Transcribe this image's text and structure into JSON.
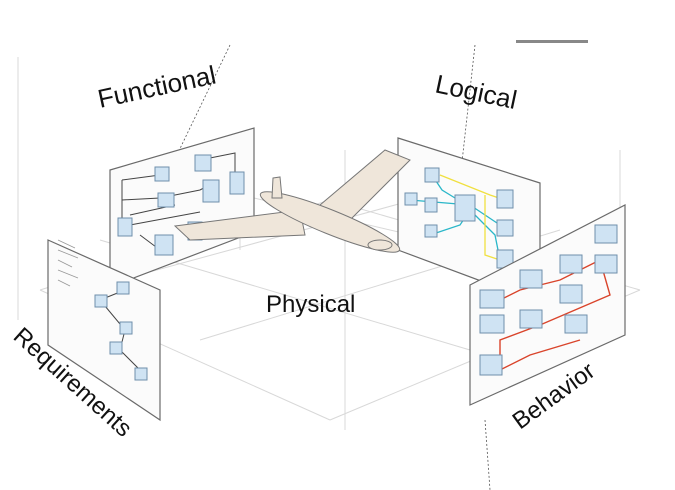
{
  "diagram": {
    "labels": {
      "functional": "Functional",
      "logical": "Logical",
      "physical": "Physical",
      "requirements": "Requirements",
      "behavior": "Behavior"
    },
    "colors": {
      "panel_box": "#cfe3f3",
      "logical_cyan": "#2ab7c9",
      "logical_yellow": "#f0e040",
      "behavior_red": "#d9442b",
      "airplane": "#efe6da"
    }
  }
}
